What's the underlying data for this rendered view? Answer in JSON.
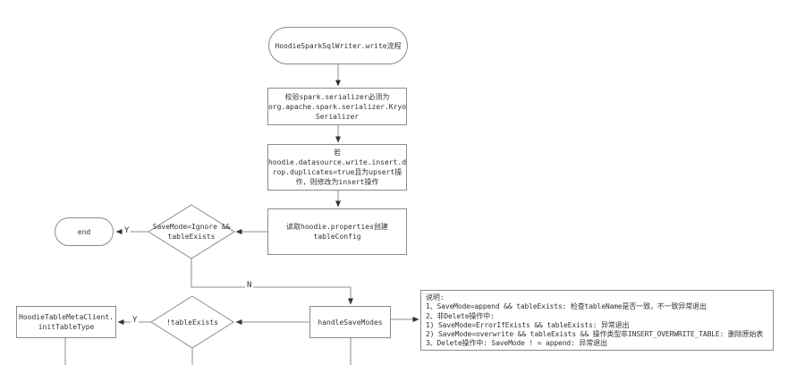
{
  "diagram": {
    "nodes": {
      "start": {
        "label": "HoodieSparkSqlWriter.write流程",
        "type": "terminator"
      },
      "validate_serializer": {
        "label": "校验spark.serializer必须为\norg.apache.spark.serializer.Kryo\nSerializer",
        "type": "process"
      },
      "insert_dedup": {
        "label": "若\nhoodie.datasource.write.insert.d\nrop.duplicates=true且为upsert操\n作，则修改为insert操作",
        "type": "process"
      },
      "read_properties": {
        "label": "读取hoodie.properties创建\ntableConfig",
        "type": "process"
      },
      "savemode_ignore": {
        "label": "SaveMode=Ignore &&\ntableExists",
        "type": "decision"
      },
      "end": {
        "label": "end",
        "type": "terminator"
      },
      "not_table_exists": {
        "label": "!tableExists",
        "type": "decision"
      },
      "init_table_type": {
        "label": "HoodieTableMetaClient.\ninitTableType",
        "type": "process"
      },
      "handle_save_modes": {
        "label": "handleSaveModes",
        "type": "process"
      },
      "note": {
        "label": "说明:\n1、SaveMode=append && tableExists: 检查tableName是否一致，不一致异常退出\n2、非Delete操作中:\n1) SaveMode=ErrorIfExists && tableExists: 异常退出\n2) SaveMode=overwrite && tableExists && 操作类型非INSERT_OVERWRITE_TABLE: 删除原始表\n3、Delete操作中: SaveMode ! = append: 异常退出",
        "type": "annotation"
      }
    },
    "edge_labels": {
      "ignore_yes": "Y",
      "ignore_no": "N",
      "not_exists_yes": "Y"
    },
    "colors": {
      "line": "#8c8c8c",
      "arrow": "#333333",
      "text": "#333333",
      "fill": "#ffffff",
      "bg": "#ffffff"
    }
  }
}
